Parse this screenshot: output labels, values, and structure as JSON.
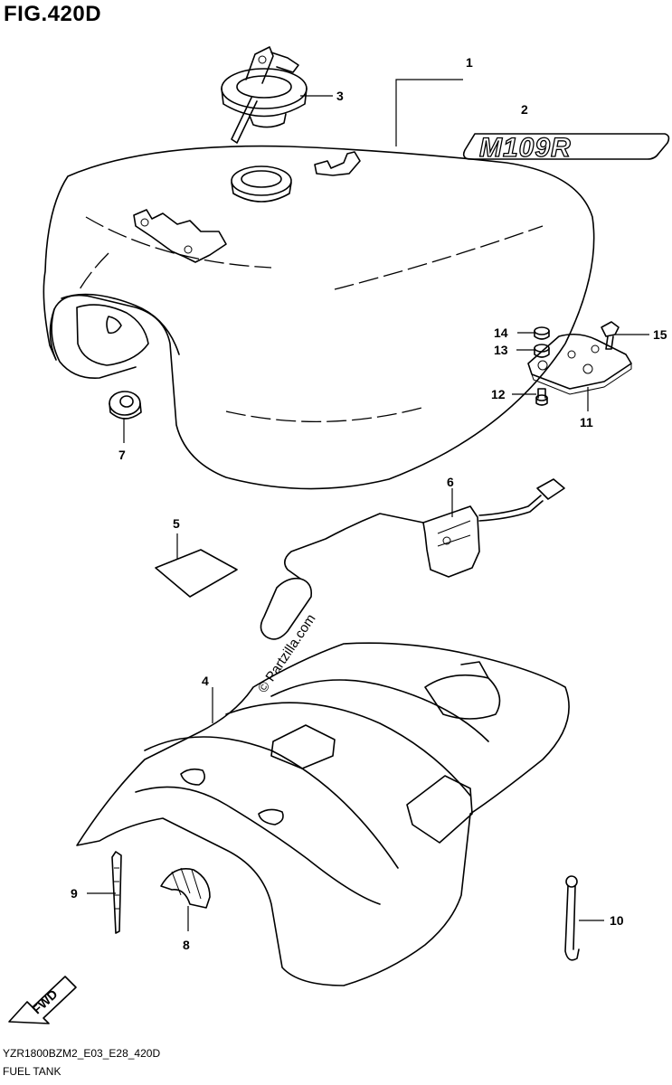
{
  "figure": {
    "title": "FIG.420D",
    "model_code": "YZR1800BZM2_E03_E28_420D",
    "section_name": "FUEL TANK",
    "watermark": "© Partzilla.com"
  },
  "emblem_text": "M109R",
  "fwd_label": "FWD",
  "callouts": [
    {
      "id": "callout-1",
      "label": "1"
    },
    {
      "id": "callout-2",
      "label": "2"
    },
    {
      "id": "callout-3",
      "label": "3"
    },
    {
      "id": "callout-4",
      "label": "4"
    },
    {
      "id": "callout-5",
      "label": "5"
    },
    {
      "id": "callout-6",
      "label": "6"
    },
    {
      "id": "callout-7",
      "label": "7"
    },
    {
      "id": "callout-8",
      "label": "8"
    },
    {
      "id": "callout-9",
      "label": "9"
    },
    {
      "id": "callout-10",
      "label": "10"
    },
    {
      "id": "callout-11",
      "label": "11"
    },
    {
      "id": "callout-12",
      "label": "12"
    },
    {
      "id": "callout-13",
      "label": "13"
    },
    {
      "id": "callout-14",
      "label": "14"
    },
    {
      "id": "callout-15",
      "label": "15"
    }
  ]
}
